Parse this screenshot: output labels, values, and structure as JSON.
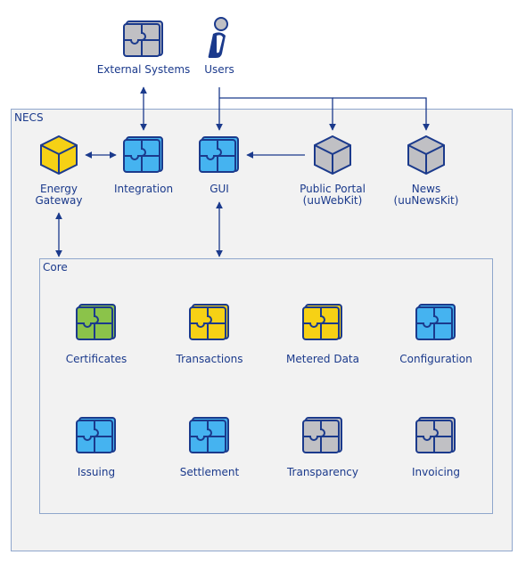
{
  "colors": {
    "stroke": "#1b3a8c",
    "blue_piece": "#45b3f0",
    "green_piece": "#8bc34a",
    "yellow_piece": "#f6d115",
    "gray_piece": "#c0c0c4",
    "container_fill": "#f2f2f2",
    "container_border": "#8fa6cc"
  },
  "outer": {
    "external_systems": "External Systems",
    "users": "Users"
  },
  "necs": {
    "label": "NECS",
    "energy_gateway": [
      "Energy",
      "Gateway"
    ],
    "integration": "Integration",
    "gui": "GUI",
    "public_portal": [
      "Public Portal",
      "(uuWebKit)"
    ],
    "news": [
      "News",
      "(uuNewsKit)"
    ]
  },
  "core": {
    "label": "Core",
    "modules": [
      {
        "label": "Certificates",
        "color": "green",
        "icon": "puzzle-icon"
      },
      {
        "label": "Transactions",
        "color": "yellow",
        "icon": "puzzle-icon"
      },
      {
        "label": "Metered Data",
        "color": "yellow",
        "icon": "puzzle-icon"
      },
      {
        "label": "Configuration",
        "color": "blue",
        "icon": "puzzle-icon"
      },
      {
        "label": "Issuing",
        "color": "blue",
        "icon": "puzzle-icon"
      },
      {
        "label": "Settlement",
        "color": "blue",
        "icon": "puzzle-icon"
      },
      {
        "label": "Transparency",
        "color": "gray",
        "icon": "puzzle-icon"
      },
      {
        "label": "Invoicing",
        "color": "gray",
        "icon": "puzzle-icon"
      }
    ]
  }
}
